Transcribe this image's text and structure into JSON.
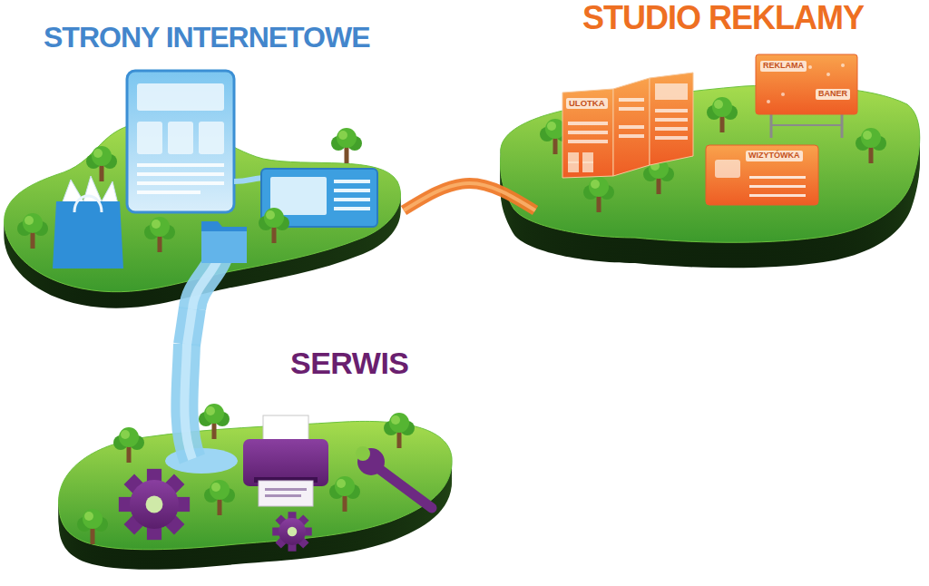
{
  "diagram": {
    "nodes": [
      {
        "text": [
          "STRONY INTERNETOWE"
        ]
      },
      {
        "text": [
          "STUDIO REKLAMY"
        ]
      },
      {
        "text": [
          "ULOTKA"
        ],
        "in": 1
      },
      {
        "text": [
          "REKLAMA",
          "BANER"
        ],
        "in": 1
      },
      {
        "text": [
          "WIZYTÓWKA"
        ],
        "in": 1
      },
      {
        "text": [
          "SERWIS"
        ]
      }
    ],
    "edges": [
      {
        "from": 0,
        "to": 1,
        "arrow": "none"
      },
      {
        "from": 0,
        "to": 5,
        "arrow": "none"
      }
    ]
  }
}
